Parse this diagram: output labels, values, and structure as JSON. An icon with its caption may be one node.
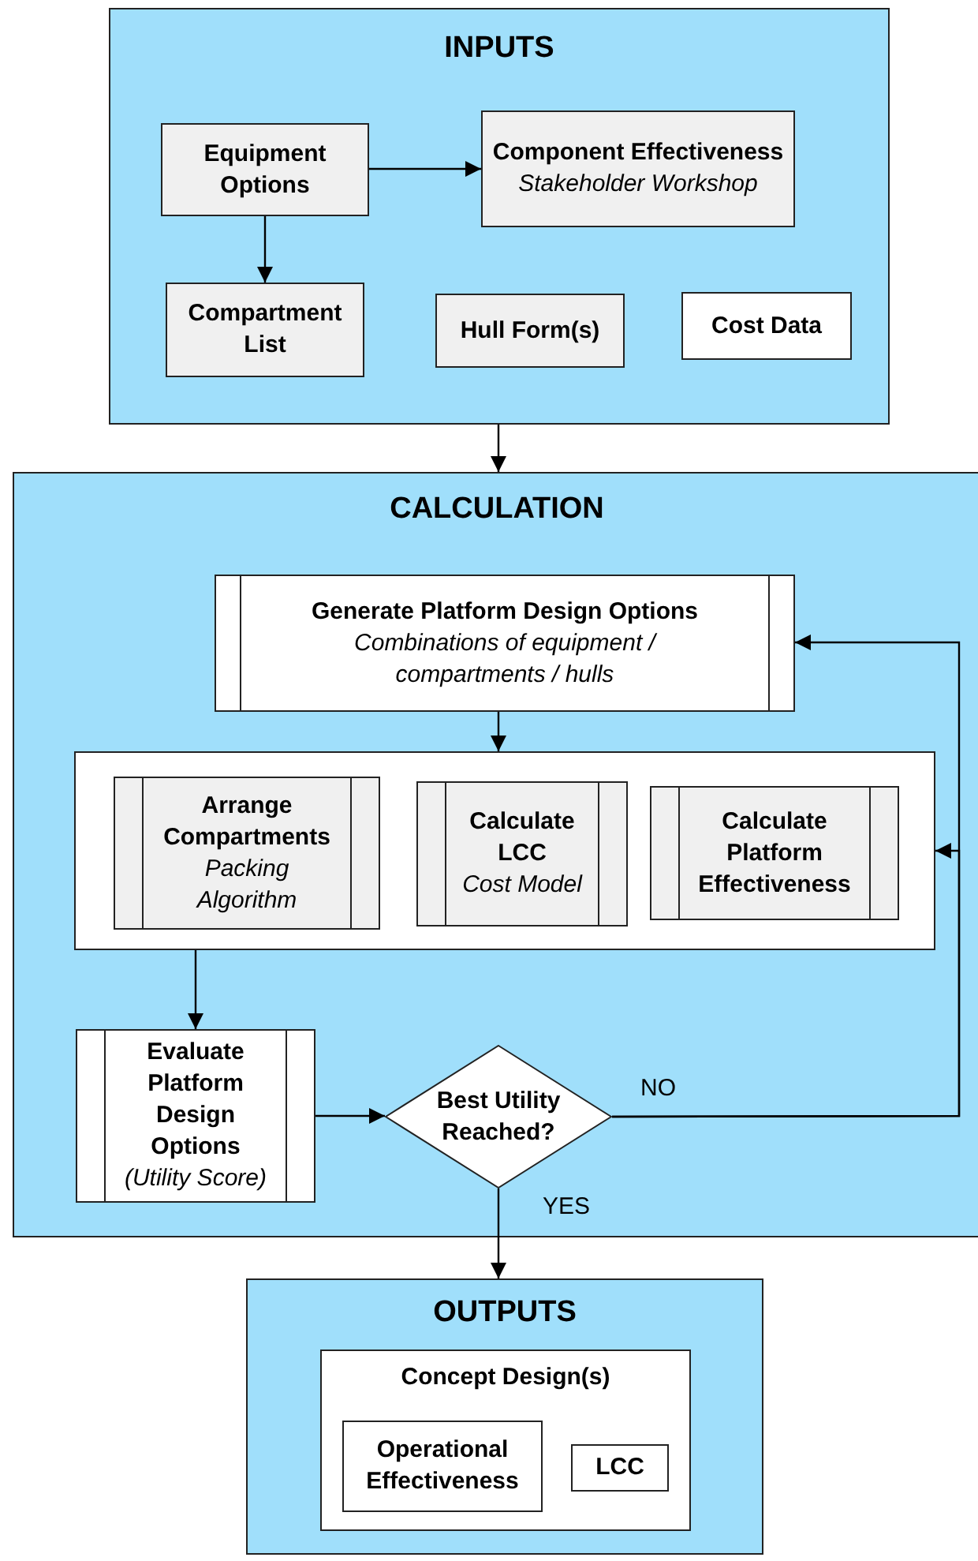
{
  "diagram": {
    "nodes": [
      {
        "text": [
          "INPUTS"
        ]
      },
      {
        "text": [
          "Equipment Options"
        ],
        "in": 0
      },
      {
        "text": [
          "Component Effectiveness",
          "Stakeholder Workshop"
        ],
        "in": 0
      },
      {
        "text": [
          "Compartment List"
        ],
        "in": 0
      },
      {
        "text": [
          "Hull Form(s)"
        ],
        "in": 0
      },
      {
        "text": [
          "Cost Data"
        ],
        "in": 0
      },
      {
        "text": [
          "CALCULATION"
        ]
      },
      {
        "text": [
          "Generate Platform Design Options",
          "Combinations of equipment / compartments / hulls"
        ],
        "in": 6
      },
      {
        "text": [],
        "shape": "box",
        "in": 6
      },
      {
        "text": [
          "Arrange Compartments",
          "Packing Algorithm"
        ],
        "in": 8
      },
      {
        "text": [
          "Calculate LCC",
          "Cost Model"
        ],
        "in": 8
      },
      {
        "text": [
          "Calculate Platform Effectiveness"
        ],
        "in": 8
      },
      {
        "text": [
          "Evaluate Platform Design Options",
          "(Utility Score)"
        ],
        "in": 6
      },
      {
        "text": [
          "Best Utility Reached?"
        ],
        "in": 6
      },
      {
        "text": [
          "OUTPUTS"
        ]
      },
      {
        "text": [
          "Concept Design(s)"
        ],
        "in": 14
      },
      {
        "text": [
          "Operational Effectiveness"
        ],
        "in": 15
      },
      {
        "text": [
          "LCC"
        ],
        "in": 15
      }
    ],
    "edges": [
      {
        "from": 1,
        "to": 2,
        "arrow": "to"
      },
      {
        "from": 1,
        "to": 3,
        "arrow": "to"
      },
      {
        "from": 0,
        "to": 6,
        "arrow": "to"
      },
      {
        "from": 7,
        "to": 8,
        "arrow": "to"
      },
      {
        "from": 8,
        "to": 12,
        "arrow": "to"
      },
      {
        "from": 12,
        "to": 13,
        "arrow": "to"
      },
      {
        "from": 13,
        "to": 7,
        "arrow": "to",
        "label": "NO"
      },
      {
        "from": 13,
        "to": 8,
        "arrow": "to"
      },
      {
        "from": 13,
        "to": 14,
        "arrow": "to",
        "label": "YES"
      }
    ]
  }
}
